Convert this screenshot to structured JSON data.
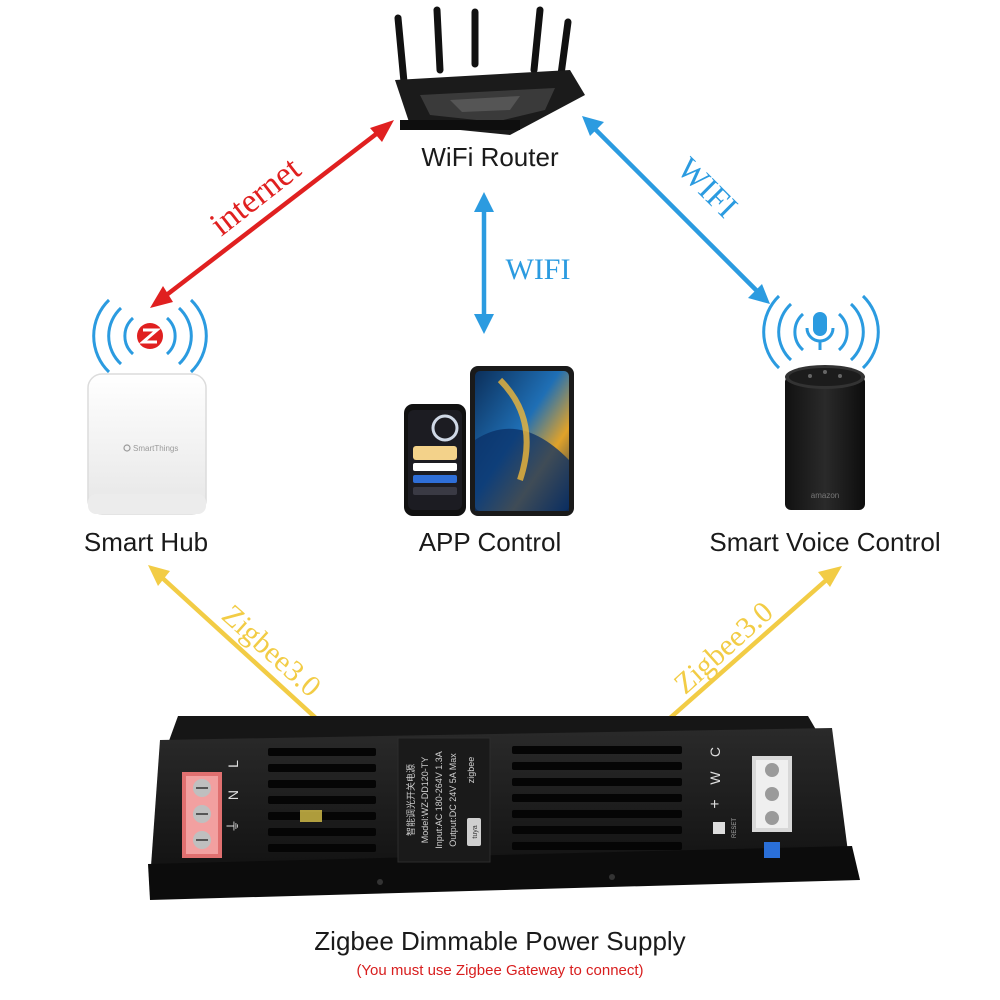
{
  "nodes": {
    "router": {
      "label": "WiFi Router"
    },
    "hub": {
      "label": "Smart Hub"
    },
    "app": {
      "label": "APP Control"
    },
    "voice": {
      "label": "Smart Voice Control"
    }
  },
  "edges": {
    "internet": {
      "label": "internet",
      "color": "#e02020"
    },
    "wifi_center": {
      "label": "WIFI",
      "color": "#2b9be0"
    },
    "wifi_right": {
      "label": "WIFI",
      "color": "#2b9be0"
    },
    "zigbee_left": {
      "label": "Zigbee3.0",
      "color": "#f2cc45"
    },
    "zigbee_right": {
      "label": "Zigbee3.0",
      "color": "#f2cc45"
    }
  },
  "device": {
    "title": "Zigbee Dimmable Power Supply",
    "note": "(You must use Zigbee Gateway to connect)",
    "plate": {
      "line1": "智能调光开关电源",
      "line2": "Model:WZ-DD120-TY",
      "line3": "Input:AC 180-264V 1.3A",
      "line4": "Output:DC 24V 5A Max",
      "brand": "zigbee",
      "tuya": "tuya"
    },
    "left_terminals": [
      "L",
      "N",
      "⏚"
    ],
    "right_terminals": [
      "C",
      "W",
      "+"
    ],
    "reset_label": "RESET"
  },
  "hub_brand": "SmartThings",
  "speaker_brand": "amazon",
  "colors": {
    "red": "#e02020",
    "blue": "#2b9be0",
    "yellow": "#f2cc45"
  }
}
